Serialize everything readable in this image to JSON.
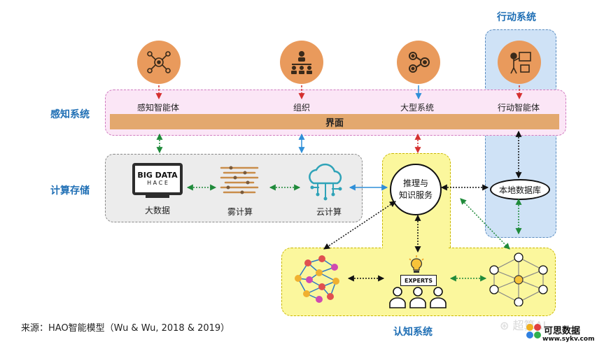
{
  "sections": {
    "perception": "感知系统",
    "compute": "计算存储",
    "action": "行动系统",
    "cognition": "认知系统"
  },
  "perception_labels": [
    "感知智能体",
    "组织",
    "大型系统",
    "行动智能体"
  ],
  "interface": "界面",
  "compute_items": {
    "bigdata_logo_line1": "BIG DATA",
    "bigdata_logo_line2": "H A C E",
    "bigdata": "大数据",
    "fog": "雾计算",
    "cloud": "云计算"
  },
  "reasoning": "推理与\n知识服务",
  "local_db": "本地数据库",
  "experts_label": "EXPERTS",
  "source": "来源：HAO智能模型（Wu & Wu, 2018 & 2019）",
  "watermark": {
    "wechat": "超算AI",
    "site_cn": "可思数据",
    "site_url": "www.sykv.com"
  },
  "colors": {
    "pink_panel": "#fbe6f6",
    "interface_bar": "#e3a86e",
    "gray_panel": "#ececec",
    "yellow_panel": "#fbf79d",
    "blue_panel": "#cfe2f6",
    "icon_orange": "#e99a5c",
    "section_blue": "#1f6fb5"
  }
}
